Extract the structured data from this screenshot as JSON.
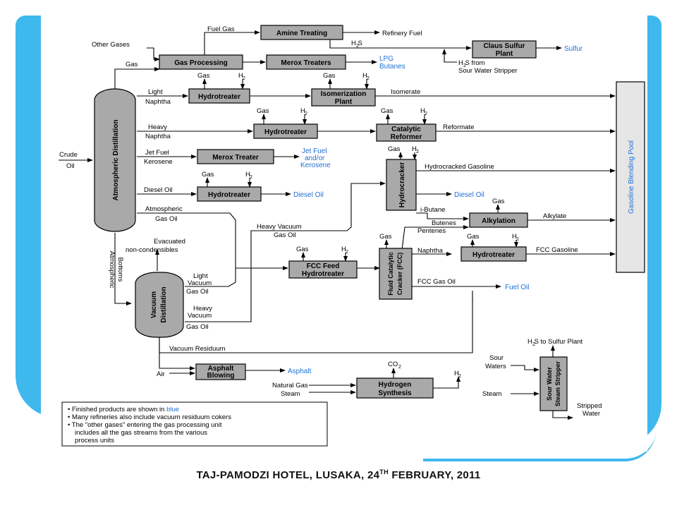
{
  "footer": {
    "main": "TAJ-PAMODZI HOTEL, LUSAKA, 24",
    "sup": "TH",
    "tail": " FEBRUARY, 2011"
  },
  "units": {
    "atmospheric_distillation": "Atmospheric Distillation",
    "vacuum_distillation": [
      "Vacuum",
      "Distillation"
    ],
    "gas_processing": "Gas Processing",
    "amine_treating": "Amine Treating",
    "merox_treaters": "Merox Treaters",
    "claus": [
      "Claus Sulfur",
      "Plant"
    ],
    "hydrotreater_light": "Hydrotreater",
    "isomerization": [
      "Isomerization",
      "Plant"
    ],
    "hydrotreater_heavy": "Hydrotreater",
    "catalytic_reformer": [
      "Catalytic",
      "Reformer"
    ],
    "merox_treater": "Merox Treater",
    "hydrotreater_diesel": "Hydrotreater",
    "hydrocracker": "Hydrocracker",
    "alkylation": "Alkylation",
    "fcc_feed_hydrotreater": [
      "FCC Feed",
      "Hydrotreater"
    ],
    "fcc": [
      "Fluid Catalytic",
      "Cracker (FCC)"
    ],
    "hydrotreater_fcc": "Hydrotreater",
    "asphalt_blowing": [
      "Asphalt",
      "Blowing"
    ],
    "hydrogen_synthesis": [
      "Hydrogen",
      "Synthesis"
    ],
    "sour_water_stripper": [
      "Sour Water",
      "Steam Stripper"
    ],
    "gasoline_blending_pool": "Gasoline Blending Pool"
  },
  "streams": {
    "other_gases": "Other Gases",
    "fuel_gas": "Fuel Gas",
    "gas": "Gas",
    "h2": "H",
    "h2_sub": "2",
    "h2s": "H S",
    "h2s_from_line1": "H S from",
    "h2s_from_line2": "Sour Water Stripper",
    "refinery_fuel": "Refinery Fuel",
    "light": "Light",
    "naphtha": "Naphtha",
    "isomerate": "Isomerate",
    "heavy": "Heavy",
    "reformate": "Reformate",
    "crude": "Crude",
    "oil": "Oil",
    "jet_fuel": "Jet Fuel",
    "kerosene": "Kerosene",
    "diesel_oil": "Diesel Oil",
    "atmospheric": "Atmospheric",
    "gas_oil": "Gas Oil",
    "hydrocracked_gasoline": "Hydrocracked Gasoline",
    "i_butane": "i-Butane",
    "butenes": "Butenes",
    "pentenes": "Pentenes",
    "alkylate": "Alkylate",
    "heavy_vacuum": "Heavy Vacuum",
    "evacuated": "Evacuated",
    "non_condensibles": "non-condensibles",
    "atmospheric_bottoms_1": "Atmospheric",
    "atmospheric_bottoms_2": "Bottoms",
    "vacuum": "Vacuum",
    "fcc_gasoline": "FCC Gasoline",
    "fcc_gas_oil": "FCC Gas Oil",
    "vacuum_residuum": "Vacuum Residuum",
    "air": "Air",
    "natural_gas": "Natural Gas",
    "steam": "Steam",
    "co2": "CO",
    "h2s_to_sulfur_plant": "H S to Sulfur Plant",
    "sour_waters_1": "Sour",
    "sour_waters_2": "Waters",
    "stripped_water_1": "Stripped",
    "stripped_water_2": "Water"
  },
  "products": {
    "sulfur": "Sulfur",
    "lpg": "LPG",
    "butanes": "Butanes",
    "jet_fuel_1": "Jet Fuel",
    "jet_fuel_2": "and/or",
    "jet_fuel_3": "Kerosene",
    "diesel_oil": "Diesel Oil",
    "diesel_oil_hc": "Diesel Oil",
    "fuel_oil": "Fuel Oil",
    "asphalt": "Asphalt"
  },
  "notes": {
    "n1a": "• Finished products are shown in ",
    "n1b": "blue",
    "n2": "• Many refineries also include vacuum residuum cokers",
    "n3": "• The \"other gases\" entering the gas processing unit",
    "n4": "includes all the gas streams from the various",
    "n5": "process units"
  },
  "colors": {
    "product_blue": "#1f6fd8",
    "unit_gray": "#a9a9a9",
    "frame_blue": "#3fb8ee"
  }
}
